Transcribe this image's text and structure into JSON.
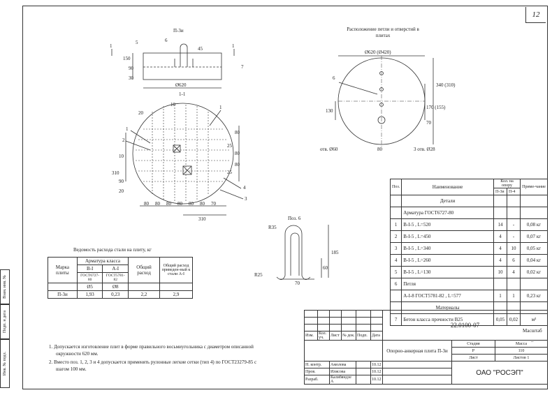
{
  "sheet_number": "12",
  "top_drawing": {
    "title": "П-3и",
    "section_marker": "1",
    "dims": {
      "h150": "150",
      "h90": "90",
      "h30": "30",
      "d620": "Ø620",
      "pos5": "5",
      "pos6": "6",
      "pos7": "7",
      "d45": "45"
    }
  },
  "section_view": {
    "title": "1-1",
    "labels": {
      "l10": "10",
      "l20": "20",
      "l1a": "1",
      "l1b": "1",
      "l2": "2",
      "l3": "3",
      "l4": "4",
      "l310": "310",
      "l310b": "310",
      "l25": "25",
      "l25b": "25"
    },
    "bottom_dims": [
      "80",
      "80",
      "80",
      "80",
      "80",
      "80",
      "70"
    ],
    "right_dims": [
      "80",
      "80",
      "80"
    ],
    "left_small": [
      "10",
      "90",
      "20"
    ]
  },
  "hole_view": {
    "title": "Расположение петли и отверстий в плитах",
    "d620": "Ø620 (Ø420)",
    "pos6": "6",
    "right_dims": [
      "340 (310)",
      "170 (155)",
      "70"
    ],
    "left_dim": "130",
    "bottom_left": "отв. Ø60",
    "bottom_mid": "80",
    "bottom_right": "3 отв. Ø28"
  },
  "loop_detail": {
    "title": "Поз. 6",
    "r35": "R35",
    "r25": "R25",
    "d185": "185",
    "d70": "70",
    "d60": "60"
  },
  "steel_table": {
    "title": "Ведомость расхода стали на плиту, кг",
    "header_mark": "Марка плиты",
    "header_class": "Арматура класса",
    "header_bi": "В-I",
    "header_ai": "А-I",
    "header_gost1": "ГОСТ6727-80",
    "header_gost2": "ГОСТ5781-82",
    "header_d5": "Ø5",
    "header_d8": "Ø8",
    "header_total": "Общий расход",
    "header_total2": "Общий расход приведен-ный к стали А-I",
    "row": {
      "mark": "П-3и",
      "bi": "1,93",
      "ai": "0,23",
      "total": "2,2",
      "total2": "2,9"
    }
  },
  "spec_table": {
    "h_pos": "Поз.",
    "h_name": "Наименование",
    "h_qty": "Кол. на опору",
    "h_p3i": "П-3и",
    "h_p4": "П-4",
    "h_note": "Приме-чание",
    "rows": [
      {
        "pos": "",
        "name": "Детали",
        "a": "",
        "b": "",
        "note": "",
        "center": true
      },
      {
        "pos": "",
        "name": "Арматура ГОСТ6727-80",
        "a": "",
        "b": "",
        "note": ""
      },
      {
        "pos": "1",
        "name": "В-I-5 , L=520",
        "a": "14",
        "b": "-",
        "note": "0,08 кг"
      },
      {
        "pos": "2",
        "name": "В-I-5 , L=450",
        "a": "4",
        "b": "-",
        "note": "0,07 кг"
      },
      {
        "pos": "3",
        "name": "В-I-5 , L=340",
        "a": "4",
        "b": "10",
        "note": "0,05 кг"
      },
      {
        "pos": "4",
        "name": "В-I-5 , L=260",
        "a": "4",
        "b": "6",
        "note": "0,04 кг"
      },
      {
        "pos": "5",
        "name": "В-I-5 , L=130",
        "a": "10",
        "b": "4",
        "note": "0,02 кг"
      },
      {
        "pos": "6",
        "name": "Петля",
        "a": "",
        "b": "",
        "note": ""
      },
      {
        "pos": "",
        "name": "А-I-8 ГОСТ5781-82 , L=577",
        "a": "1",
        "b": "1",
        "note": "0,23 кг"
      },
      {
        "pos": "",
        "name": "Материалы",
        "a": "",
        "b": "",
        "note": "",
        "center": true
      },
      {
        "pos": "7",
        "name": "Бетон класса прочности В25",
        "a": "0,05",
        "b": "0,02",
        "note": "м³"
      }
    ]
  },
  "notes": [
    "1. Допускается изготовление плит в форме правильного восьмиугольника с диаметром описанной",
    "окружности 620 мм.",
    "2. Вместо поз. 1, 2, 3 и 4 допускается применять рулонные легкие сетки (тип 4) по ГОСТ23279-85 с",
    "шагом 100 мм."
  ],
  "title_block": {
    "code": "22.0100-07",
    "h_izm": "Изм.",
    "h_kol": "Кол. уч.",
    "h_list": "Лист",
    "h_ndok": "№ док.",
    "h_podp": "Подп.",
    "h_data": "Дата",
    "name": "Опорно-анкерная плита П-3и",
    "stadia_h": "Стадия",
    "massa_h": "Масса",
    "masshtab_h": "Масштаб",
    "stadia": "Р",
    "massa": "110",
    "masshtab": "–",
    "list": "Лист",
    "listov": "Листов",
    "listov_val": "1",
    "n_kontr": "Н. контр.",
    "n_kontr_name": "Амолова",
    "prov": "Пров.",
    "prov_name": "Илясова",
    "razrab": "Разраб.",
    "razrab_name": "Калибяндзе А",
    "date1": "10.12",
    "date2": "10.12",
    "date3": "10.12",
    "org": "ОАО \"РОСЭП\""
  },
  "side_strip": [
    "Инв. № подл.",
    "Подп. и дата",
    "Взам. инв. №"
  ]
}
